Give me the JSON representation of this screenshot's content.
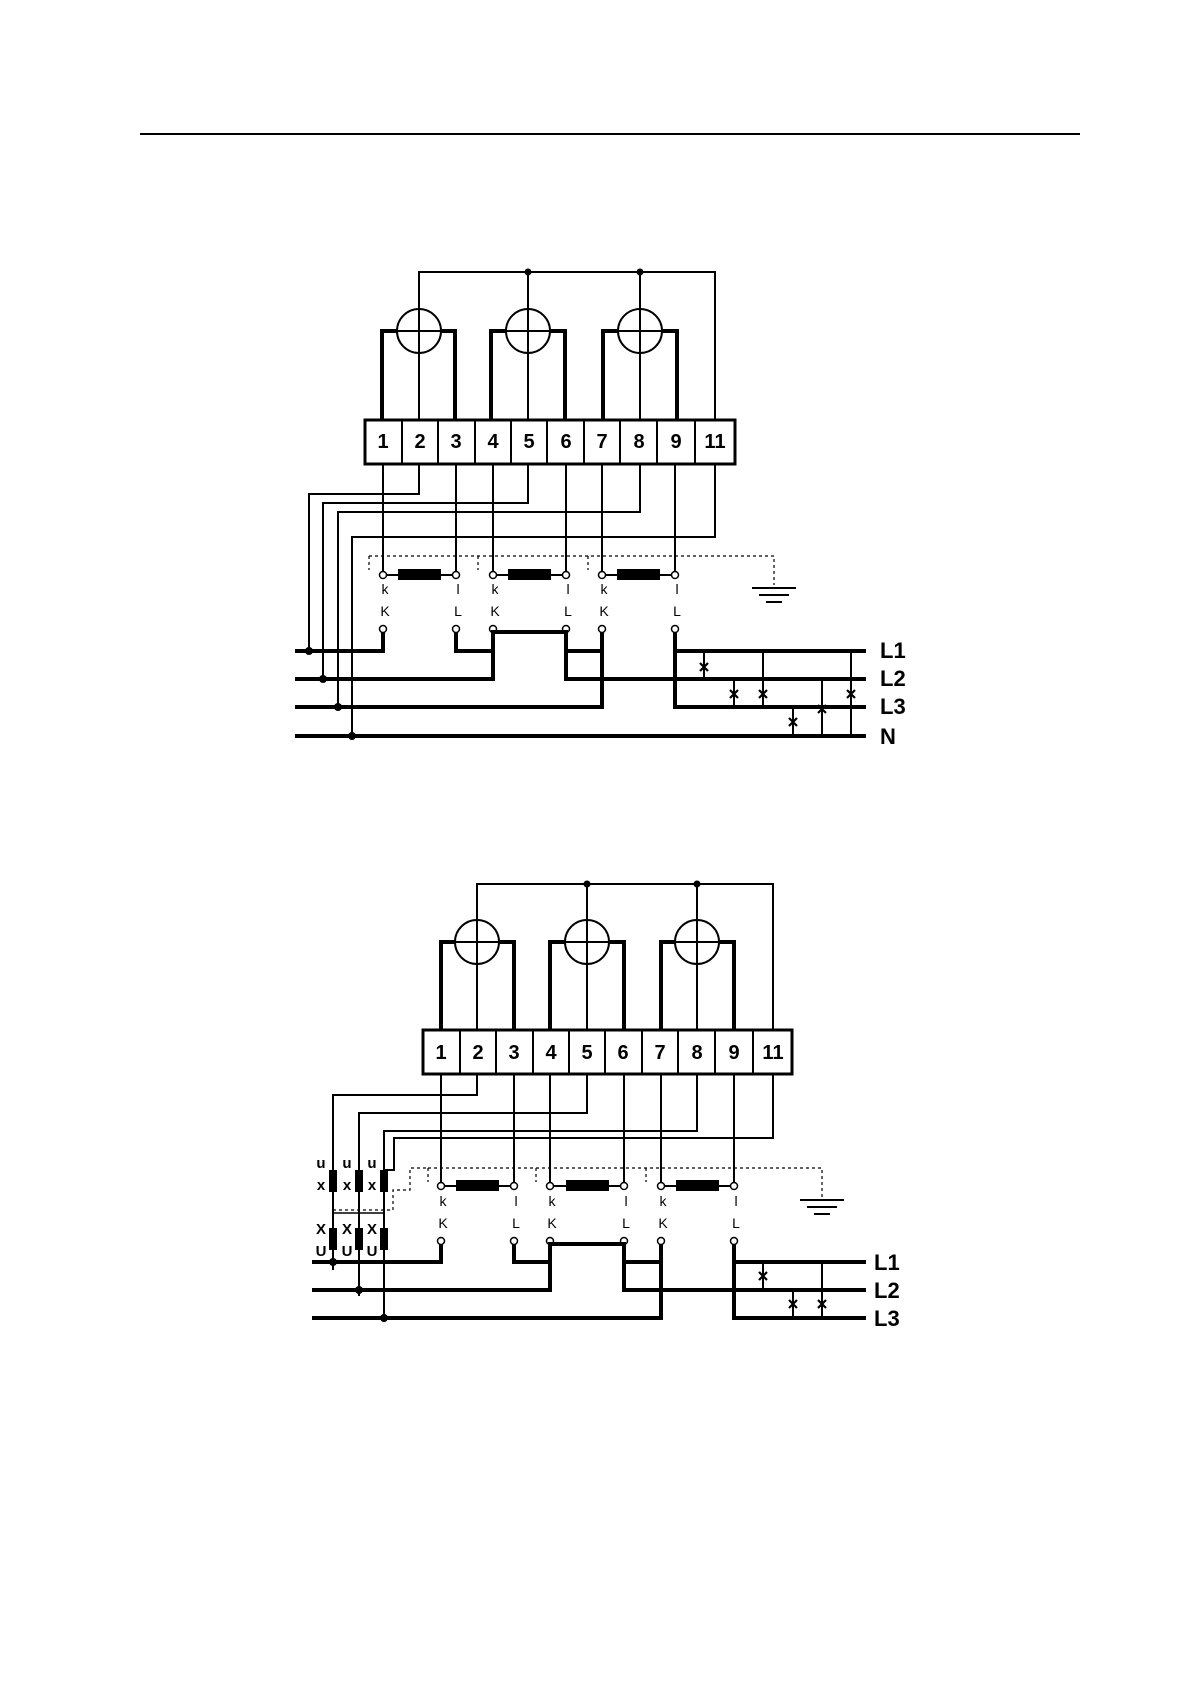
{
  "page": {
    "background": "#ffffff",
    "ink": "#000000"
  },
  "diagrams": [
    {
      "terminals": [
        "1",
        "2",
        "3",
        "4",
        "5",
        "6",
        "7",
        "8",
        "9",
        "11"
      ],
      "ct_secondary_labels": [
        "k",
        "l"
      ],
      "ct_primary_labels": [
        "K",
        "L"
      ],
      "lines": [
        "L1",
        "L2",
        "L3",
        "N"
      ],
      "ground_symbol": "ground-icon"
    },
    {
      "terminals": [
        "1",
        "2",
        "3",
        "4",
        "5",
        "6",
        "7",
        "8",
        "9",
        "11"
      ],
      "ct_secondary_labels": [
        "k",
        "l"
      ],
      "ct_primary_labels": [
        "K",
        "L"
      ],
      "vt_secondary_labels": [
        "u",
        "x"
      ],
      "vt_primary_labels": [
        "X",
        "U"
      ],
      "lines": [
        "L1",
        "L2",
        "L3"
      ],
      "ground_symbol": "ground-icon"
    }
  ]
}
